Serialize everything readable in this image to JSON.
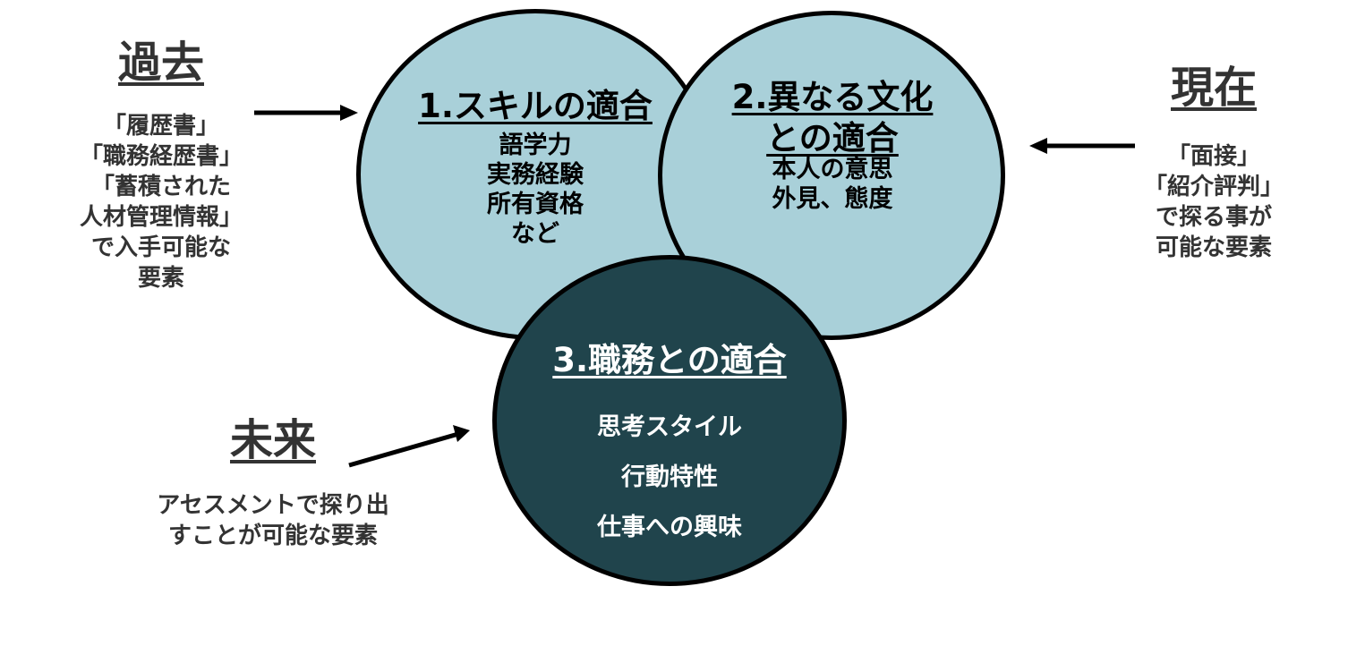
{
  "past": {
    "heading": "過去",
    "lines": [
      "「履歴書」",
      "「職務経歴書」",
      "「蓄積された",
      "人材管理情報」",
      "で入手可能な",
      "要素"
    ]
  },
  "present": {
    "heading": "現在",
    "lines": [
      "「面接」",
      "「紹介評判」",
      "で探る事が",
      "可能な要素"
    ]
  },
  "future": {
    "heading": "未来",
    "lines": [
      "アセスメントで探り出",
      "すことが可能な要素"
    ]
  },
  "circle1": {
    "title": "1.スキルの適合",
    "items": [
      "語学力",
      "実務経験",
      "所有資格",
      "など"
    ]
  },
  "circle2": {
    "title_lines": [
      "2.異なる文化",
      "との適合"
    ],
    "items": [
      "本人の意思",
      "外見、態度"
    ]
  },
  "circle3": {
    "title": "3.職務との適合",
    "items": [
      "思考スタイル",
      "行動特性",
      "仕事への興味"
    ]
  },
  "colors": {
    "circle_light": "#a9d0d9",
    "circle_dark": "#20444c",
    "side_text": "#333333",
    "stroke": "#000000"
  }
}
